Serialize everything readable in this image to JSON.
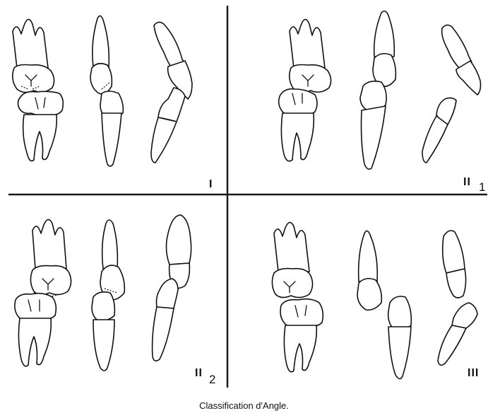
{
  "caption": "Classification d'Angle.",
  "quadrants": [
    {
      "id": "q1",
      "label": "I",
      "sub": ""
    },
    {
      "id": "q2",
      "label": "II",
      "sub": "1"
    },
    {
      "id": "q3",
      "label": "II",
      "sub": "2"
    },
    {
      "id": "q4",
      "label": "III",
      "sub": ""
    }
  ],
  "colors": {
    "line": "#111111",
    "background": "#ffffff"
  }
}
